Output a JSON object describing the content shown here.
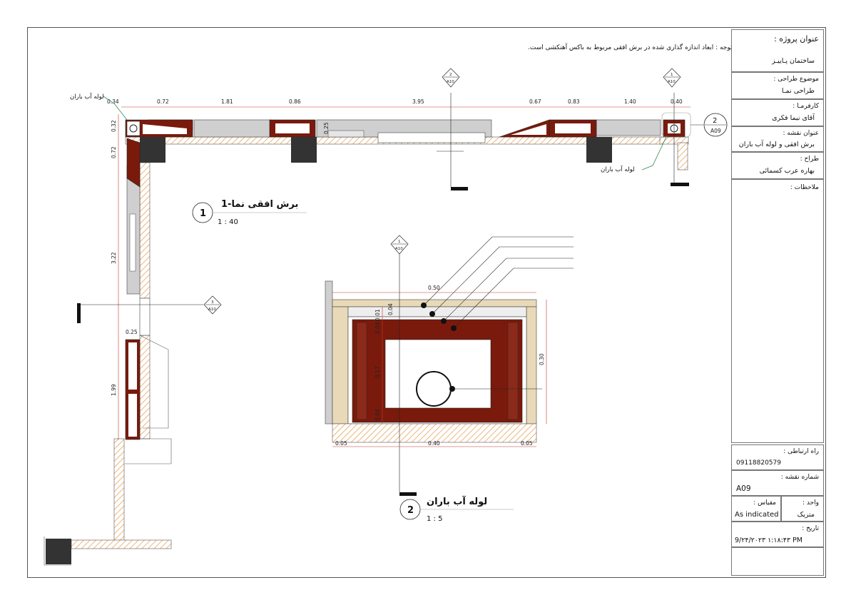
{
  "note": "● توجه : ابعاد اندازه گذاری شده در برش افقی مربوط به باکس آهنکشی است.",
  "titleblock": {
    "project_label": "عنوان پروژه :",
    "project_value": "ساختمان پـاییـز",
    "subject_label": "موضوع طراحی :",
    "subject_value": "طراحی نمـا",
    "client_label": "کارفرمـا :",
    "client_value": "آقای نیما فکری",
    "sheet_title_label": "عنوان نقشه :",
    "sheet_title_value": "برش افقی و لوله آب باران",
    "designer_label": "طراح :",
    "designer_value": "بهاره عرب کسمائی",
    "remarks_label": "ملاحظات :",
    "contact_label": "راه ارتباطی :",
    "contact_value": "09118820579",
    "sheet_no_label": "شماره نقشه :",
    "sheet_no_value": "A09",
    "unit_label": "واحد :",
    "unit_value": "متریک",
    "scale_label": "مقیاس :",
    "scale_value": "As indicated",
    "date_label": "تاریخ :",
    "date_value": "9/۲۴/۲۰۲۳ ۱:۱۸:۴۳ PM"
  },
  "views": {
    "plan_title": "برش افقی نما-1",
    "plan_number": "1",
    "plan_scale": "1 : 40",
    "detail_title": "لوله آب باران",
    "detail_number": "2",
    "detail_scale": "1 : 5"
  },
  "labels": {
    "rain_pipe_left": "لوله آب باران",
    "rain_pipe_right": "لوله آب باران"
  },
  "callouts": {
    "ref_detail_number": "2",
    "ref_detail_sheet": "A09",
    "sec_a_number": "2",
    "sec_a_sheet": "A10",
    "sec_b_number": "1",
    "sec_b_sheet": "A10",
    "sec_c_number": "3",
    "sec_c_sheet": "A10",
    "sec_d_number": "1",
    "sec_d_sheet": "A10"
  },
  "dimensions": {
    "top": [
      "0.34",
      "0.72",
      "1.81",
      "0.86",
      "3.95",
      "0.67",
      "0.83",
      "1.40",
      "0.40"
    ],
    "left": [
      "0.32",
      "0.72",
      "3.22",
      "0.25",
      "1.99"
    ],
    "small": "0.25",
    "detail_top": "0.50",
    "detail_right": "0.30",
    "detail_bottom": [
      "0.05",
      "0.40",
      "0.05"
    ],
    "detail_left": [
      "0.01",
      "0.04",
      "0.17",
      "0.04"
    ],
    "detail_inner": "0.04"
  },
  "colors": {
    "brick": "#7a1a0c",
    "hatch": "#e8a45a",
    "stone": "#e8d9b8",
    "glass": "#bdbdbd",
    "dim": "#c0392b"
  }
}
